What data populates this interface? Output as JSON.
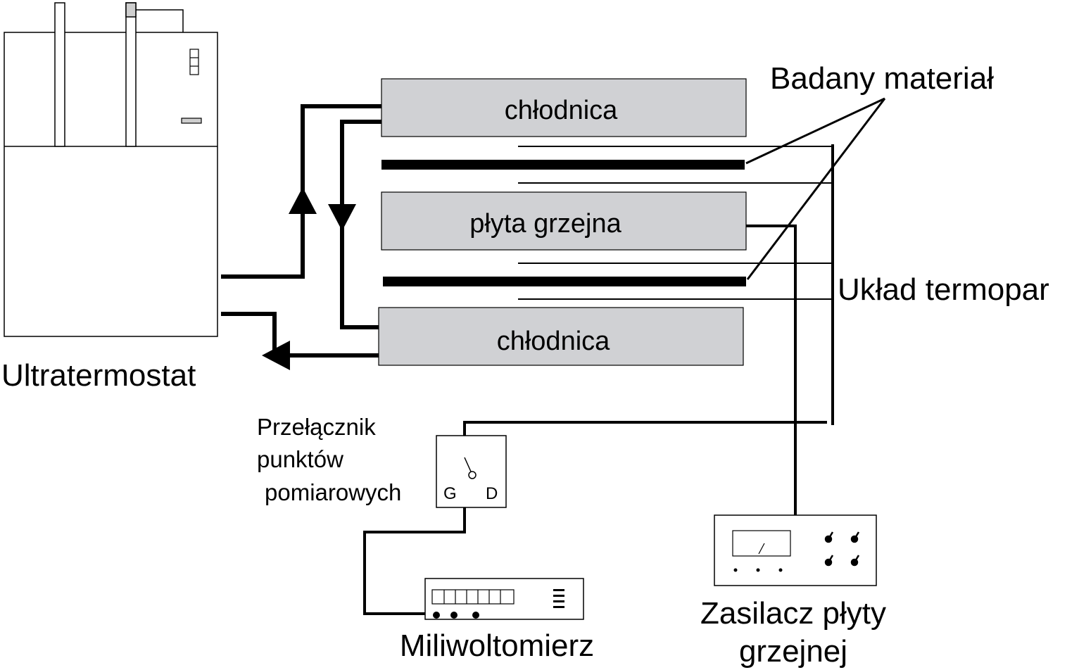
{
  "labels": {
    "ultratermostat": "Ultratermostat",
    "chlodnica_top": "chłodnica",
    "plyta_grzejna": "płyta grzejna",
    "chlodnica_bottom": "chłodnica",
    "badany_material": "Badany materiał",
    "uklad_termopar": "Układ termopar",
    "przelacznik_line1": "Przełącznik",
    "przelacznik_line2": "punktów",
    "przelacznik_line3": "pomiarowych",
    "switch_g": "G",
    "switch_d": "D",
    "miliwoltomierz": "Miliwoltomierz",
    "zasilacz_line1": "Zasilacz płyty",
    "zasilacz_line2": "grzejnej"
  },
  "colors": {
    "block_fill": "#d0d1d4",
    "stroke": "#000000",
    "background": "#ffffff"
  }
}
